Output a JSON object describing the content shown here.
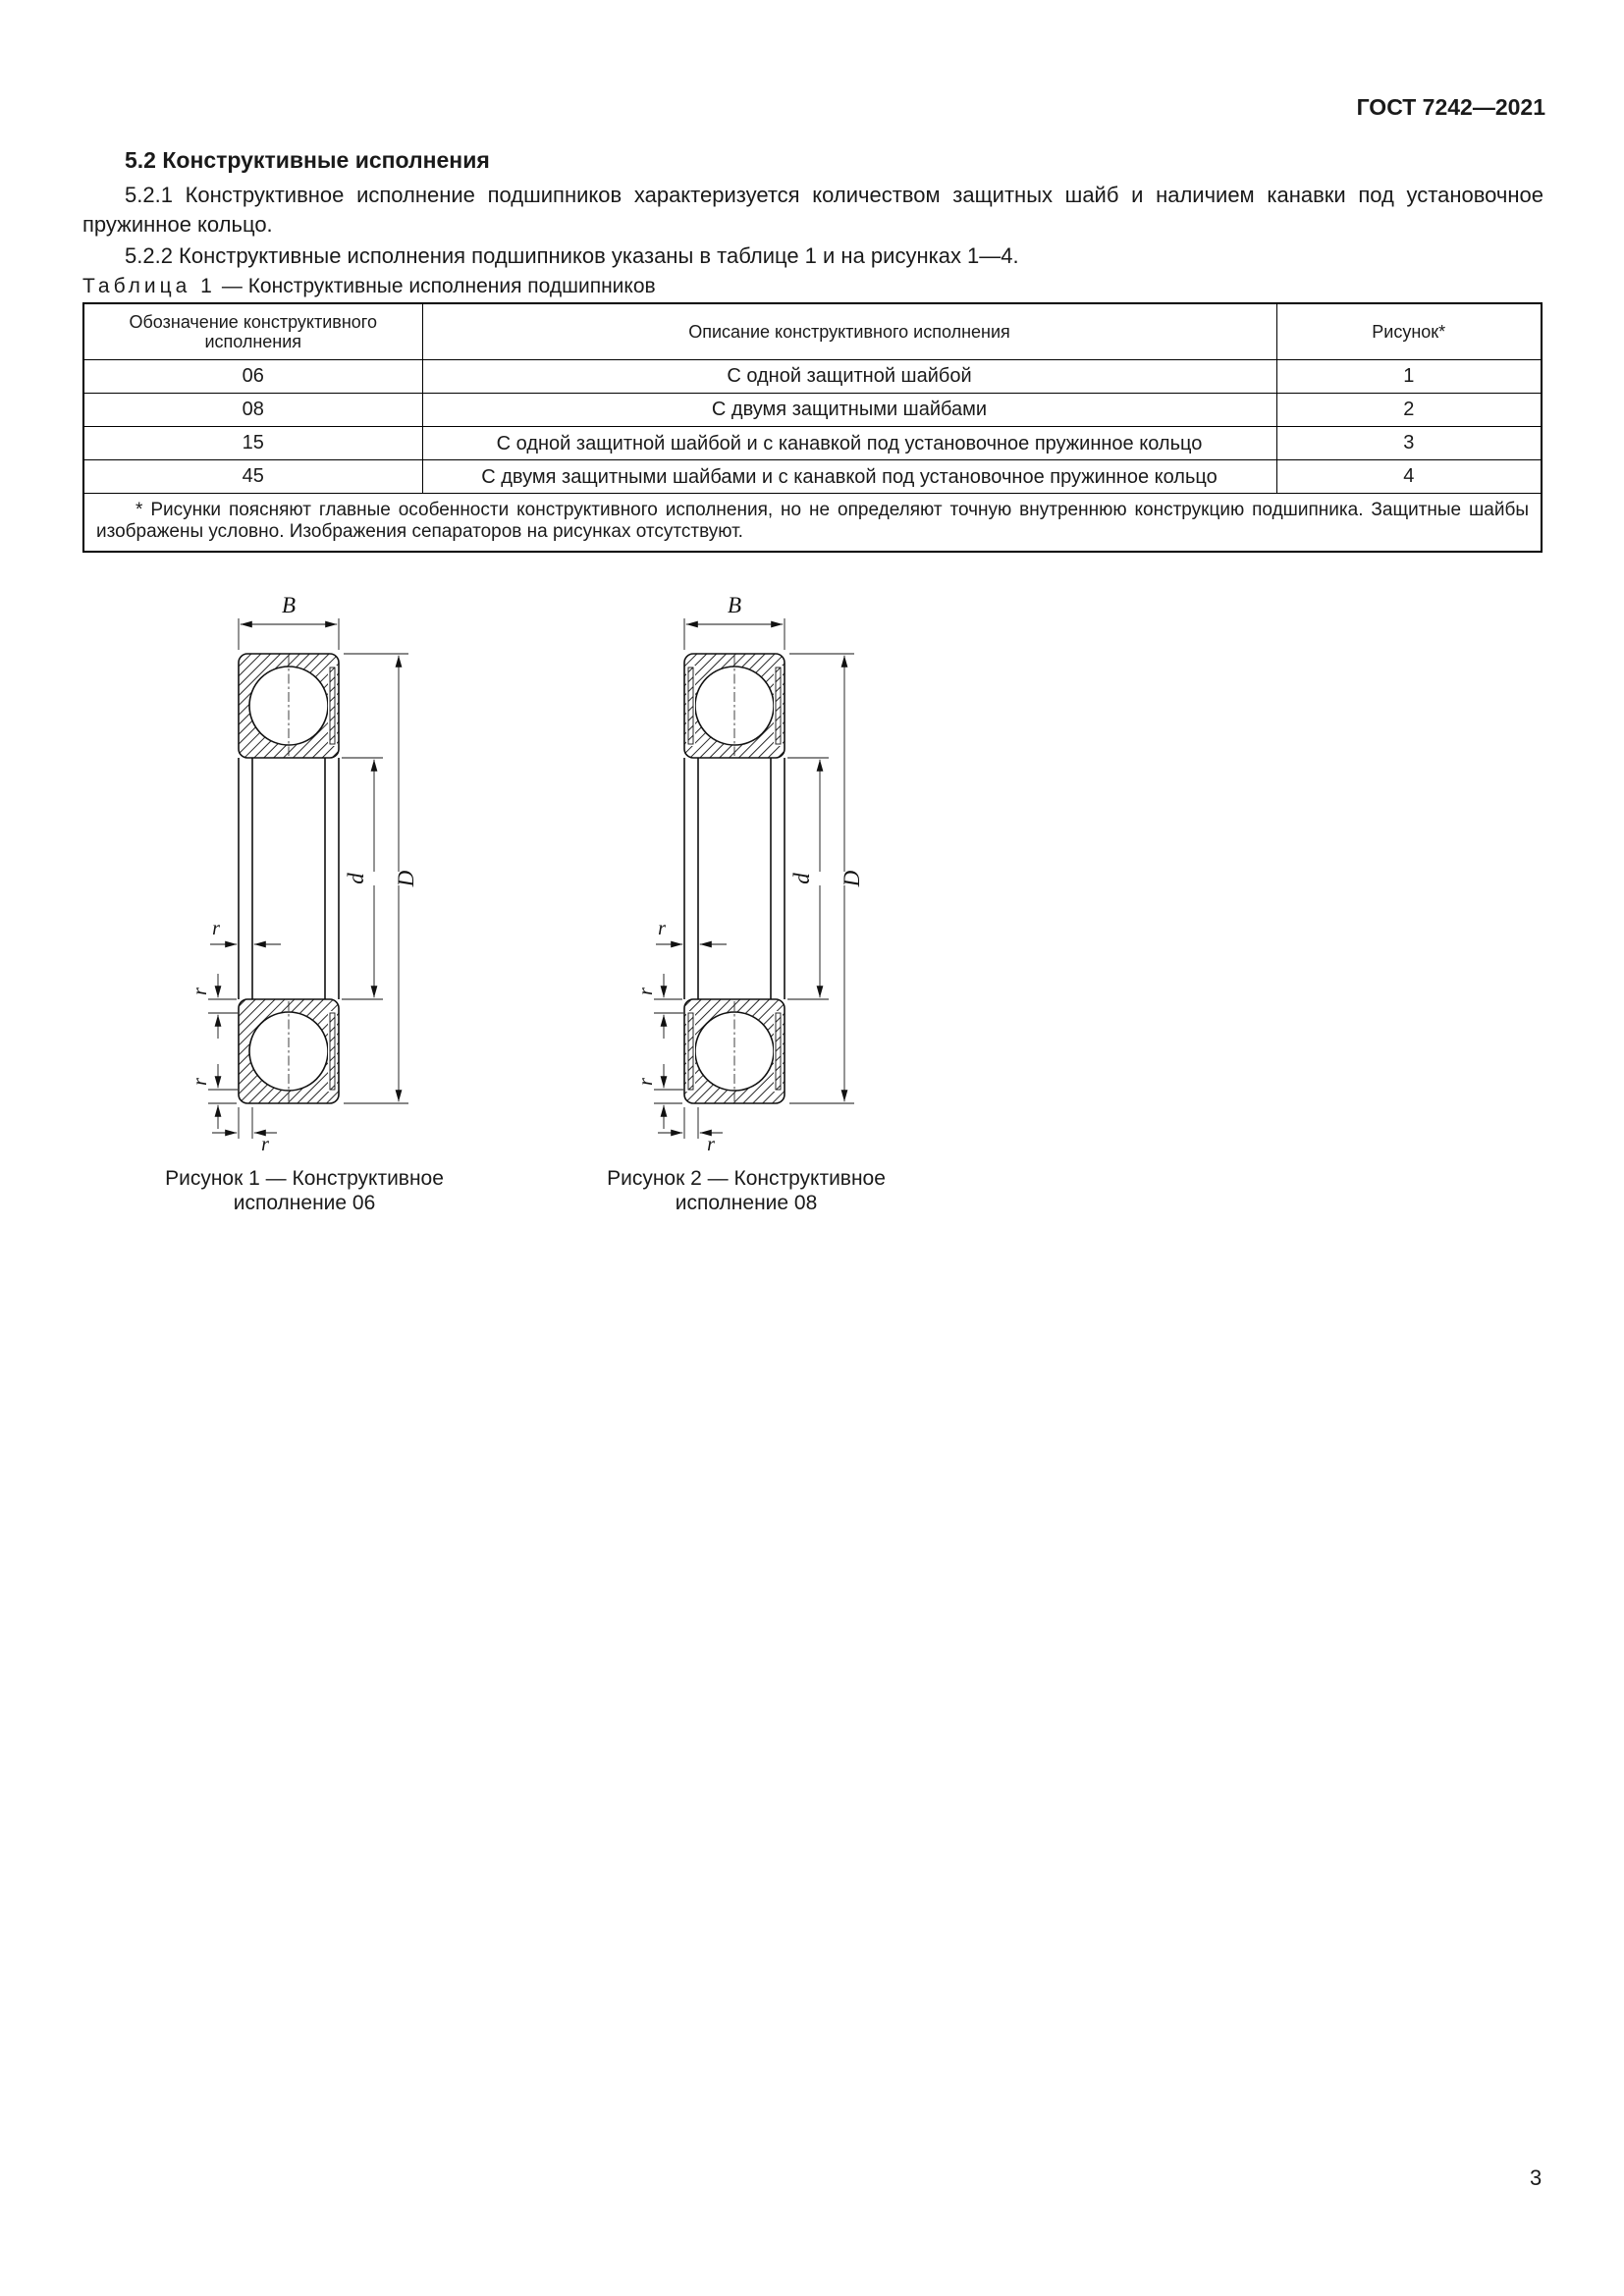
{
  "page": {
    "doc_code": "ГОСТ 7242—2021",
    "page_number": "3"
  },
  "section": {
    "heading": "5.2 Конструктивные исполнения",
    "para_5_2_1": "5.2.1 Конструктивное исполнение подшипников характеризуется количеством защитных шайб и наличием канавки под установочное пружинное кольцо.",
    "para_5_2_2": "5.2.2 Конструктивные исполнения подшипников указаны в таблице 1 и на рисунках 1—4."
  },
  "table": {
    "caption_label": "Таблица 1",
    "caption_rest": "— Конструктивные исполнения подшипников",
    "headers": [
      "Обозначение конструктивного исполнения",
      "Описание конструктивного исполнения",
      "Рисунок*"
    ],
    "rows": [
      {
        "designation": "06",
        "description": "С одной защитной шайбой",
        "figure": "1"
      },
      {
        "designation": "08",
        "description": "С двумя защитными шайбами",
        "figure": "2"
      },
      {
        "designation": "15",
        "description": "С одной защитной шайбой и с канавкой под установочное пружинное кольцо",
        "figure": "3"
      },
      {
        "designation": "45",
        "description": "С двумя защитными шайбами и с канавкой под установочное пружинное кольцо",
        "figure": "4"
      }
    ],
    "footnote": "* Рисунки поясняют главные особенности конструктивного исполнения, но не определяют точную внутреннюю конструкцию подшипника. Защитные шайбы изображены условно. Изображения сепараторов на рисунках отсутствуют."
  },
  "figures": [
    {
      "caption": "Рисунок 1 — Конструктивное исполнение 06"
    },
    {
      "caption": "Рисунок 2 — Конструктивное исполнение 08"
    }
  ],
  "dims": {
    "width": "B",
    "outer_diameter": "D",
    "bore_diameter": "d",
    "radius": "r"
  }
}
